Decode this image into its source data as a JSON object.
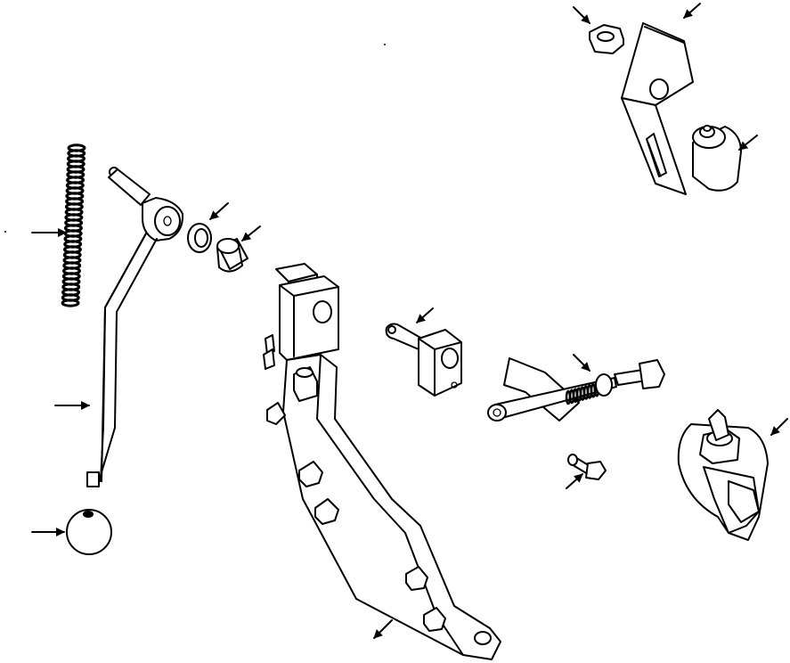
{
  "diagram": {
    "kind": "exploded-parts-illustration",
    "line_color": "#000000",
    "background": "#ffffff",
    "parts": [
      {
        "id": "spring",
        "arrow_icon": "callout-arrow-icon"
      },
      {
        "id": "shift-lever",
        "arrow_icon": "callout-arrow-icon"
      },
      {
        "id": "knob",
        "arrow_icon": "callout-arrow-icon"
      },
      {
        "id": "washer",
        "arrow_icon": "callout-arrow-icon"
      },
      {
        "id": "bushing",
        "arrow_icon": "callout-arrow-icon"
      },
      {
        "id": "mounting-bracket",
        "arrow_icon": "callout-arrow-icon"
      },
      {
        "id": "pivot-block",
        "arrow_icon": "callout-arrow-icon"
      },
      {
        "id": "linkage-rod",
        "arrow_icon": "callout-arrow-icon"
      },
      {
        "id": "bolt",
        "arrow_icon": "callout-arrow-icon"
      },
      {
        "id": "solenoid",
        "arrow_icon": "callout-arrow-icon"
      },
      {
        "id": "nut",
        "arrow_icon": "callout-arrow-icon"
      },
      {
        "id": "angle-bracket",
        "arrow_icon": "callout-arrow-icon"
      },
      {
        "id": "switch-cap",
        "arrow_icon": "callout-arrow-icon"
      }
    ]
  }
}
